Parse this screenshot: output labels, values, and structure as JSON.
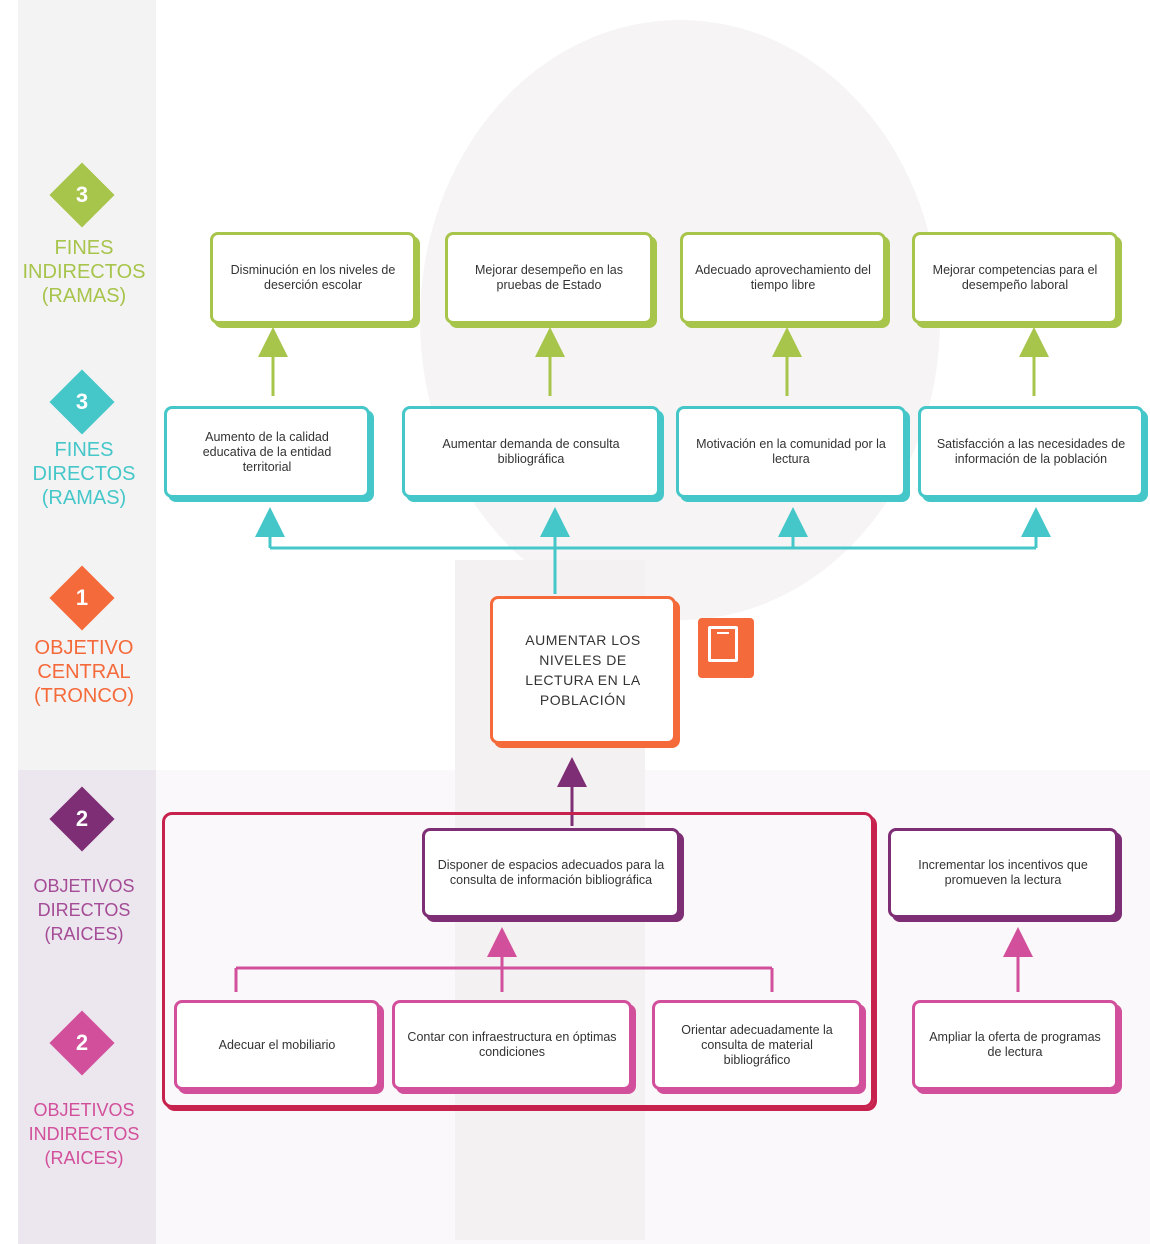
{
  "colors": {
    "green": "#a7c44b",
    "cyan": "#45c7c9",
    "orange": "#f46a3a",
    "purple": "#7e2e74",
    "pink": "#d2509b",
    "red": "#c7224d"
  },
  "levels": {
    "fines_indirectos": {
      "number": "3",
      "label": "FINES\nINDIRECTOS\n(RAMAS)"
    },
    "fines_directos": {
      "number": "3",
      "label": "FINES\nDIRECTOS\n(RAMAS)"
    },
    "objetivo_central": {
      "number": "1",
      "label": "OBJETIVO\nCENTRAL\n(TRONCO)"
    },
    "objetivos_directos": {
      "number": "2",
      "label": "OBJETIVOS\nDIRECTOS\n(RAICES)"
    },
    "objetivos_indirectos": {
      "number": "2",
      "label": "OBJETIVOS\nINDIRECTOS\n(RAICES)"
    }
  },
  "fines_indirectos": [
    "Disminución en los niveles de deserción escolar",
    "Mejorar desempeño en las pruebas de Estado",
    "Adecuado aprovechamiento del tiempo libre",
    "Mejorar competencias para el desempeño laboral"
  ],
  "fines_directos": [
    "Aumento de la calidad educativa de la entidad territorial",
    "Aumentar demanda de consulta bibliográfica",
    "Motivación en la comunidad por la lectura",
    "Satisfacción a las necesidades de información de la población"
  ],
  "objetivo_central": "AUMENTAR LOS NIVELES DE LECTURA EN LA POBLACIÓN",
  "objetivos_directos": [
    "Disponer de espacios adecuados para la consulta de información bibliográfica",
    "Incrementar los incentivos que promueven la lectura"
  ],
  "objetivos_indirectos": [
    "Adecuar el mobiliario",
    "Contar con infraestructura en óptimas condiciones",
    "Orientar adecuadamente la consulta de material bibliográfico",
    "Ampliar la oferta de programas de lectura"
  ]
}
